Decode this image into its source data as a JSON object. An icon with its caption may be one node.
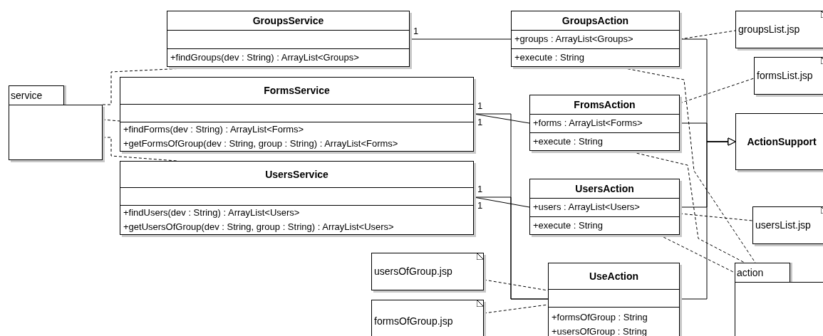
{
  "diagram": {
    "nodes": [
      {
        "text": [
          "GroupsService",
          "+findGroups(dev : String) : ArrayList<Groups>"
        ]
      },
      {
        "text": [
          "FormsService",
          "+findForms(dev : String) : ArrayList<Forms>",
          "+getFormsOfGroup(dev : String, group : String) : ArrayList<Forms>"
        ]
      },
      {
        "text": [
          "UsersService",
          "+findUsers(dev : String) : ArrayList<Users>",
          "+getUsersOfGroup(dev : String, group : String) : ArrayList<Users>"
        ]
      },
      {
        "text": [
          "service"
        ]
      },
      {
        "text": [
          "GroupsAction",
          "+groups : ArrayList<Groups>",
          "+execute : String"
        ]
      },
      {
        "text": [
          "FromsAction",
          "+forms : ArrayList<Forms>",
          "+execute : String"
        ]
      },
      {
        "text": [
          "UsersAction",
          "+users : ArrayList<Users>",
          "+execute : String"
        ]
      },
      {
        "text": [
          "UseAction",
          "+formsOfGroup : String",
          "+usersOfGroup : String"
        ]
      },
      {
        "text": [
          "ActionSupport"
        ]
      },
      {
        "text": [
          "groupsList.jsp"
        ]
      },
      {
        "text": [
          "formsList.jsp"
        ]
      },
      {
        "text": [
          "usersList.jsp"
        ]
      },
      {
        "text": [
          "usersOfGroup.jsp"
        ]
      },
      {
        "text": [
          "formsOfGroup.jsp"
        ]
      },
      {
        "text": [
          "action"
        ]
      }
    ],
    "edges": [
      {
        "from": 0,
        "to": 4,
        "arrow": "none",
        "label": "1"
      },
      {
        "from": 1,
        "to": 5,
        "arrow": "none",
        "label": "1"
      },
      {
        "from": 1,
        "to": 7,
        "arrow": "none",
        "label": "1"
      },
      {
        "from": 2,
        "to": 6,
        "arrow": "none",
        "label": "1"
      },
      {
        "from": 2,
        "to": 7,
        "arrow": "none",
        "label": "1"
      },
      {
        "from": 4,
        "to": 8,
        "arrow": "to"
      },
      {
        "from": 5,
        "to": 8,
        "arrow": "to"
      },
      {
        "from": 6,
        "to": 8,
        "arrow": "to"
      },
      {
        "from": 7,
        "to": 8,
        "arrow": "to"
      },
      {
        "from": 3,
        "to": 0,
        "arrow": "none",
        "style": "dashed"
      },
      {
        "from": 3,
        "to": 1,
        "arrow": "none",
        "style": "dashed"
      },
      {
        "from": 3,
        "to": 2,
        "arrow": "none",
        "style": "dashed"
      },
      {
        "from": 4,
        "to": 9,
        "arrow": "none",
        "style": "dashed"
      },
      {
        "from": 5,
        "to": 10,
        "arrow": "none",
        "style": "dashed"
      },
      {
        "from": 6,
        "to": 11,
        "arrow": "none",
        "style": "dashed"
      },
      {
        "from": 12,
        "to": 7,
        "arrow": "none",
        "style": "dashed"
      },
      {
        "from": 13,
        "to": 7,
        "arrow": "none",
        "style": "dashed"
      },
      {
        "from": 4,
        "to": 14,
        "arrow": "none",
        "style": "dashed"
      },
      {
        "from": 5,
        "to": 14,
        "arrow": "none",
        "style": "dashed"
      },
      {
        "from": 6,
        "to": 14,
        "arrow": "none",
        "style": "dashed"
      }
    ]
  }
}
